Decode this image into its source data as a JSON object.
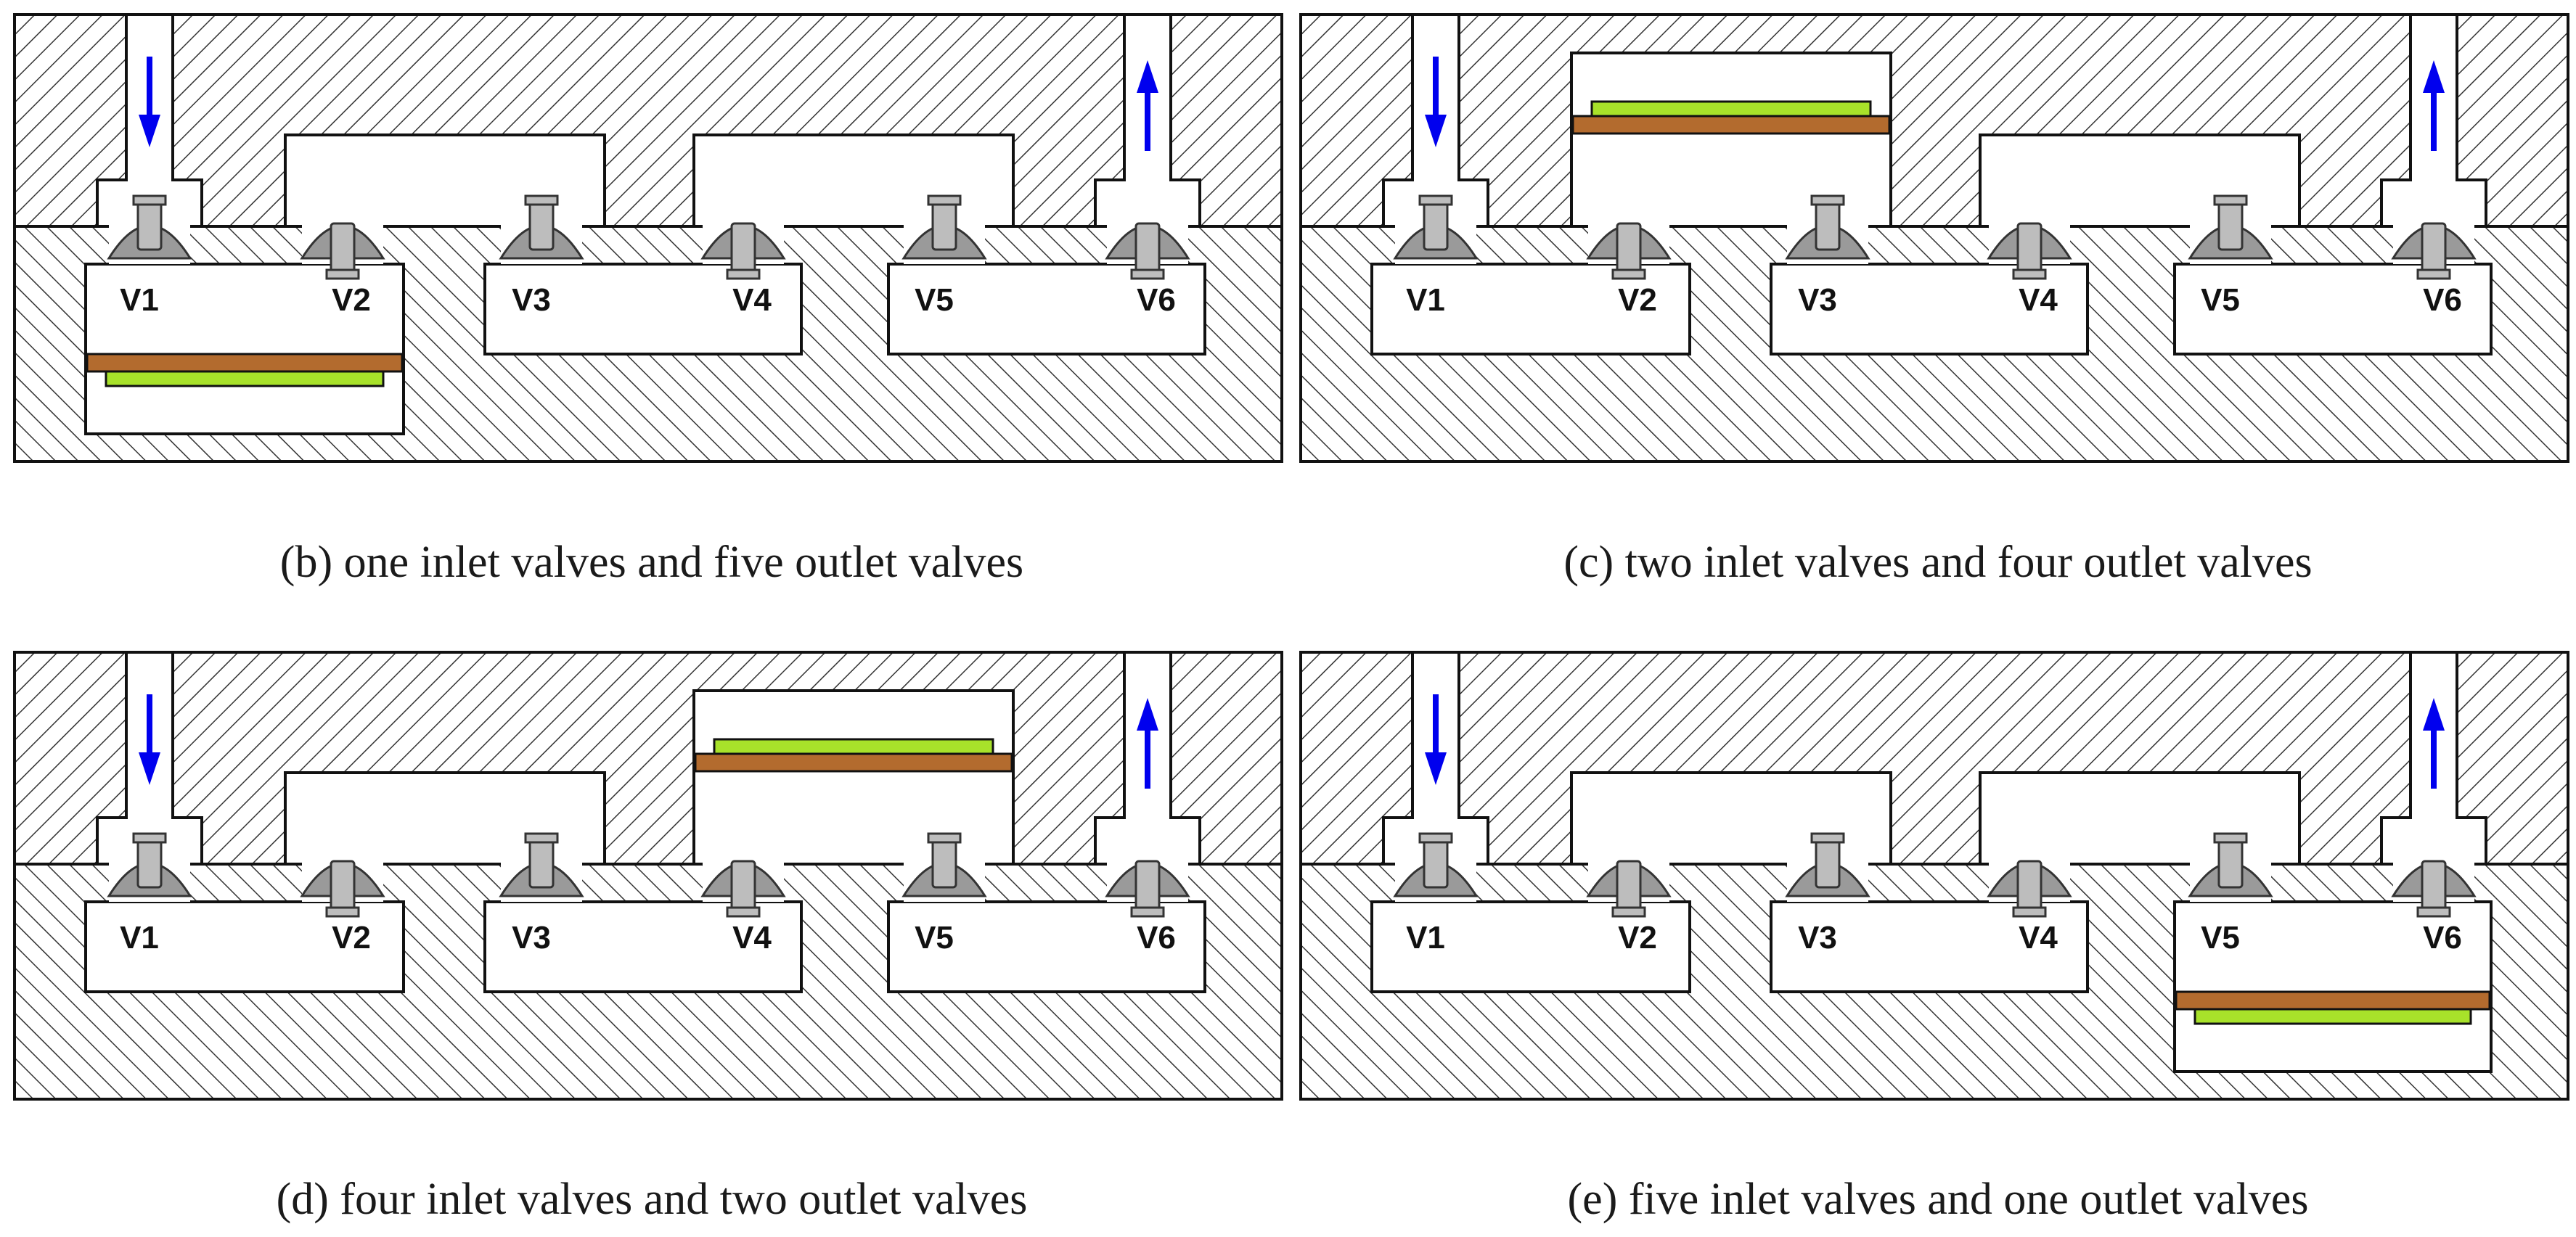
{
  "panels": [
    {
      "id": "b",
      "caption": "(b) one inlet valves and five outlet valves",
      "top_chambers": [
        2,
        4
      ],
      "bottom_chambers": [
        1,
        3,
        5
      ],
      "piston_in": "bottom-1"
    },
    {
      "id": "c",
      "caption": "(c) two inlet valves and four outlet valves",
      "top_chambers": [
        2,
        4
      ],
      "bottom_chambers": [
        1,
        3,
        5
      ],
      "piston_in": "top-2"
    },
    {
      "id": "d",
      "caption": "(d) four inlet valves and two outlet valves",
      "top_chambers": [
        2,
        4
      ],
      "bottom_chambers": [
        1,
        3,
        5
      ],
      "piston_in": "top-4"
    },
    {
      "id": "e",
      "caption": "(e) five inlet valves and one outlet valves",
      "top_chambers": [
        2,
        4
      ],
      "bottom_chambers": [
        1,
        3,
        5
      ],
      "piston_in": "bottom-5"
    }
  ],
  "valve_labels": [
    "V1",
    "V2",
    "V3",
    "V4",
    "V5",
    "V6"
  ],
  "colors": {
    "arrow": "#0000ee",
    "piston_plate": "#b36b2e",
    "piston_pad": "#a8e22a",
    "valve_fill": "#9a9a9a",
    "hatch": "#333333"
  },
  "icons": {
    "flow_in": "arrow-down-icon",
    "flow_out": "arrow-up-icon"
  }
}
